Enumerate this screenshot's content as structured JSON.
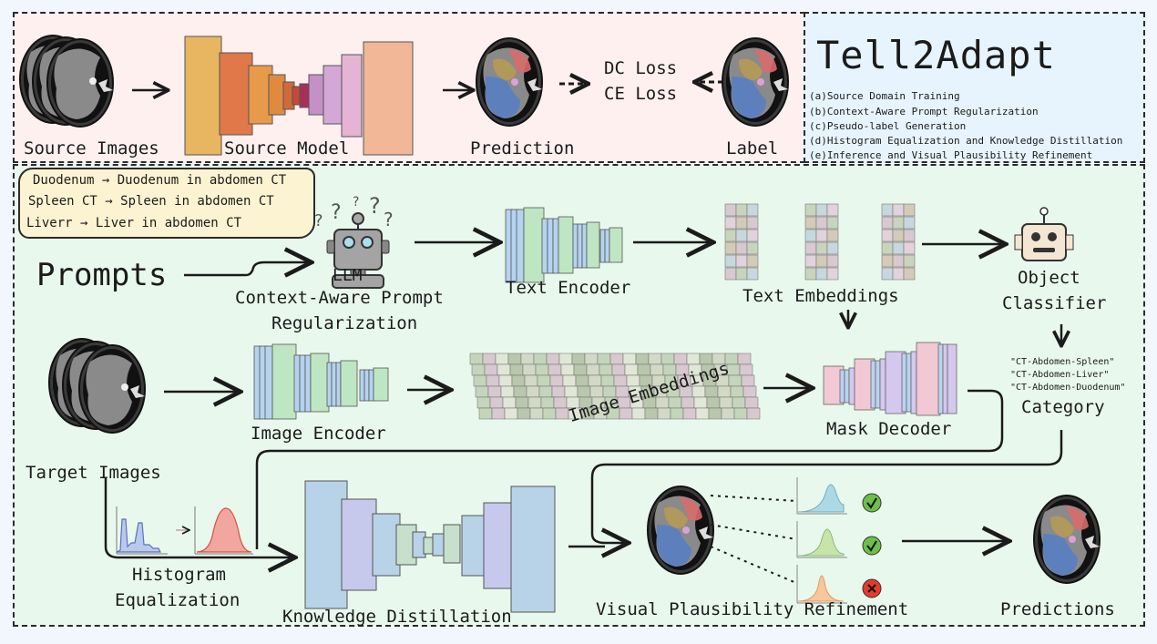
{
  "title": "Tell2Adapt",
  "legend": [
    "(a)Source Domain Training",
    "(b)Context-Aware Prompt Regularization",
    "(c)Pseudo-label Generation",
    "(d)Histogram Equalization and Knowledge Distillation",
    "(e)Inference and Visual Plausibility Refinement"
  ],
  "source_training": {
    "source_images": "Source Images",
    "source_model": "Source Model",
    "prediction": "Prediction",
    "losses": [
      "DC Loss",
      "CE Loss"
    ],
    "label": "Label"
  },
  "prompt_corrections": [
    "Duodenum → Duodenum in abdomen CT",
    "Spleen CT → Spleen in abdomen CT",
    "Liverr → Liver in abdomen CT"
  ],
  "pipeline": {
    "prompts": "Prompts",
    "llm": "LLM",
    "prompt_regularization": [
      "Context-Aware Prompt",
      "Regularization"
    ],
    "text_encoder": "Text Encoder",
    "text_embeddings": "Text Embeddings",
    "object_classifier": [
      "Object",
      "Classifier"
    ],
    "categories": [
      "\"CT-Abdomen-Spleen\"",
      "\"CT-Abdomen-Liver\"",
      "\"CT-Abdomen-Duodenum\""
    ],
    "category": "Category",
    "target_images": "Target Images",
    "image_encoder": "Image Encoder",
    "image_embeddings": "Image Embeddings",
    "mask_decoder": "Mask Decoder",
    "histogram_equalization": [
      "Histogram",
      "Equalization"
    ],
    "knowledge_distillation": "Knowledge Distillation",
    "visual_plausibility_refinement": "Visual Plausibility Refinement",
    "predictions": "Predictions",
    "plausibility_checks": [
      "pass",
      "pass",
      "fail"
    ]
  },
  "colors": {
    "panel_a_bg": "#fdf0ef",
    "legend_bg": "#e7f4fd",
    "main_bg": "#e9f8ec",
    "bubble_bg": "#fcf3d2",
    "check_green": "#6cc04a",
    "cross_red": "#e53b2c",
    "organ_spleen": "#d86b6b",
    "organ_liver": "#5b7fc0",
    "organ_stomach": "#b49a55"
  }
}
